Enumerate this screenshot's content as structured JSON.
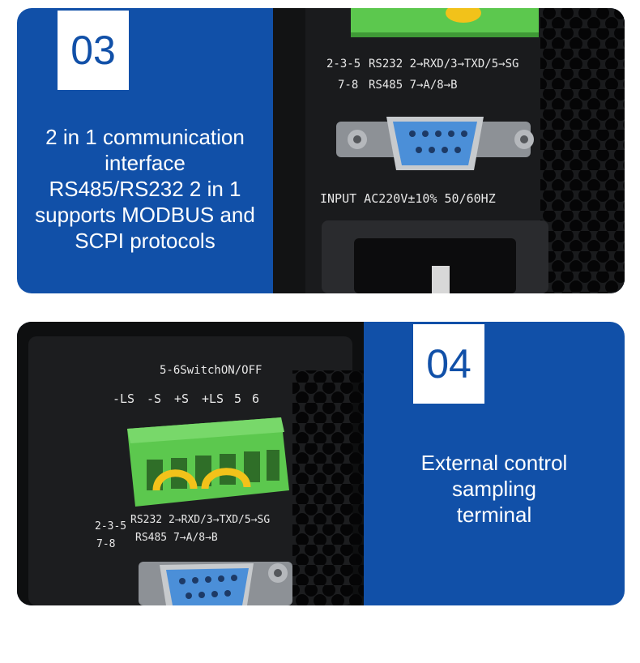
{
  "panels": [
    {
      "number": "03",
      "description_lines": [
        "2 in 1 communication",
        "interface",
        "RS485/RS232 2 in 1",
        "supports MODBUS and",
        "SCPI protocols"
      ],
      "photo_labels": {
        "line1_prefix": "2-3-5",
        "line1_text": "RS232 2→RXD/3→TXD/5→SG",
        "line2_prefix": "7-8",
        "line2_text": "RS485 7→A/8→B",
        "input": "INPUT AC220V±10% 50/60HZ"
      }
    },
    {
      "number": "04",
      "description_lines": [
        "External control",
        "sampling",
        "terminal"
      ],
      "photo_labels": {
        "switch": "5-6SwitchON/OFF",
        "pins": [
          "-LS",
          "-S",
          "+S",
          "+LS",
          "5",
          "6"
        ],
        "line1_prefix": "2-3-5",
        "line1_text": "RS232 2→RXD/3→TXD/5→SG",
        "line2_prefix": "7-8",
        "line2_text": "RS485 7→A/8→B"
      }
    }
  ],
  "colors": {
    "card_blue": "#1150a8",
    "number_text": "#1150a8",
    "terminal_green": "#5cc84e",
    "connector_blue": "#4b8fd8",
    "jumper_yellow": "#f2c21a"
  }
}
